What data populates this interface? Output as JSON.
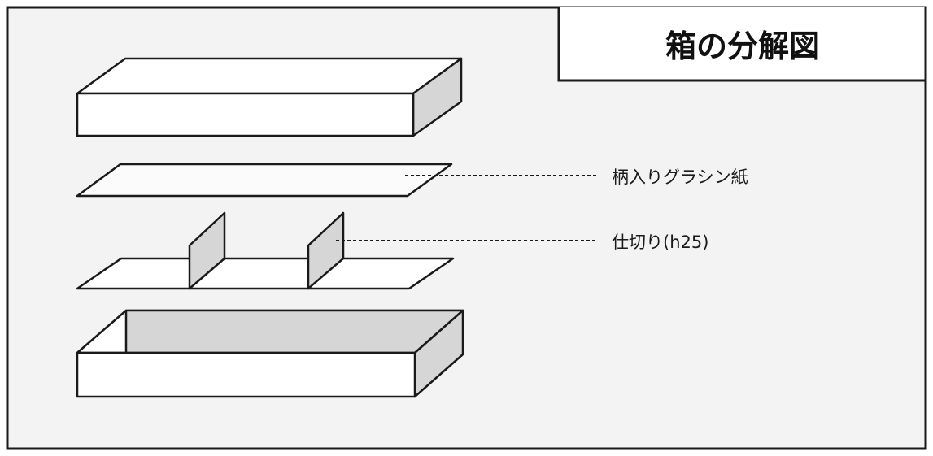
{
  "title": "箱の分解図",
  "labels": {
    "glassine": "柄入りグラシン紙",
    "divider": "仕切り(h25)"
  },
  "colors": {
    "background": "#f3f3f3",
    "border": "#1a1a1a",
    "face_white": "#ffffff",
    "face_gray": "#d6d6d6"
  }
}
